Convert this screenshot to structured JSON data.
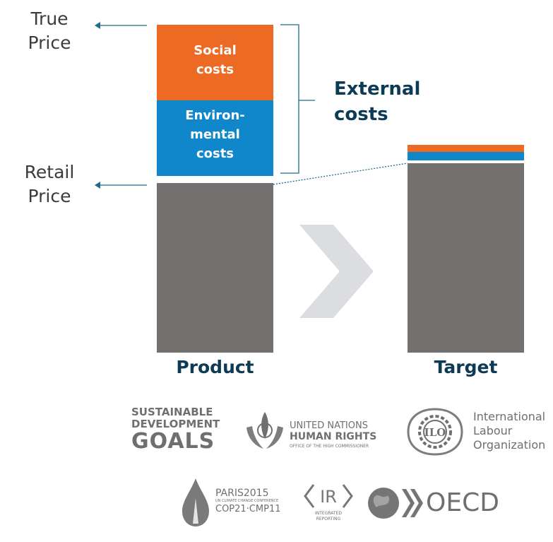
{
  "labels": {
    "true_price": [
      "True",
      "Price"
    ],
    "retail_price": [
      "Retail",
      "Price"
    ],
    "external_costs": [
      "External",
      "costs"
    ],
    "social_costs": [
      "Social",
      "costs"
    ],
    "environmental_costs": [
      "Environ-",
      "mental",
      "costs"
    ],
    "product": "Product",
    "target": "Target"
  },
  "colors": {
    "social": "#ec6a24",
    "environmental": "#1087cb",
    "retail": "#747070",
    "pointer": "#1c6d8c",
    "label_dark": "#0d3b55",
    "chevron": "#dcdde0"
  },
  "logos": {
    "sdg": [
      "SUSTAINABLE",
      "DEVELOPMENT",
      "GOALS"
    ],
    "un": [
      "UNITED NATIONS",
      "HUMAN RIGHTS",
      "OFFICE OF THE HIGH COMMISSIONER"
    ],
    "ilo_mark": "ILO",
    "ilo": [
      "International",
      "Labour",
      "Organization"
    ],
    "paris": [
      "PARIS2015",
      "UN CLIMATE CHANGE CONFERENCE",
      "COP21·CMP11"
    ],
    "ir_mark": "IR",
    "ir": [
      "INTEGRATED",
      "REPORTING"
    ],
    "oecd": "OECD"
  }
}
